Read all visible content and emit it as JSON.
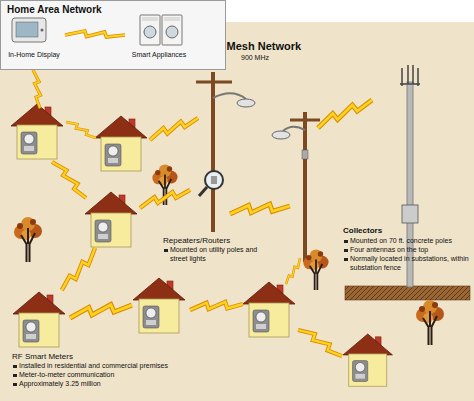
{
  "diagram": {
    "nodes": [
      {
        "text": [
          "Home Area Network"
        ]
      },
      {
        "text": [
          "In-Home Display"
        ],
        "in": 0
      },
      {
        "text": [
          "Smart Appliances"
        ],
        "in": 0
      },
      {
        "text": [
          "RF Mesh Network",
          "900 MHz"
        ]
      }
    ],
    "edges": [
      {
        "from": 1,
        "to": 2,
        "arrow": "none"
      }
    ],
    "labels": [
      "Repeaters/Routers",
      "Mounted on utility poles and street lights",
      "Collectors",
      "Mounted on 70 ft. concrete poles",
      "Four antennas on the top",
      "Normally located in substations, within substation fence",
      "RF Smart Meters",
      "Installed in residential and commercial premises",
      "Meter-to-meter communication",
      "Approximately 3.25 million"
    ]
  }
}
